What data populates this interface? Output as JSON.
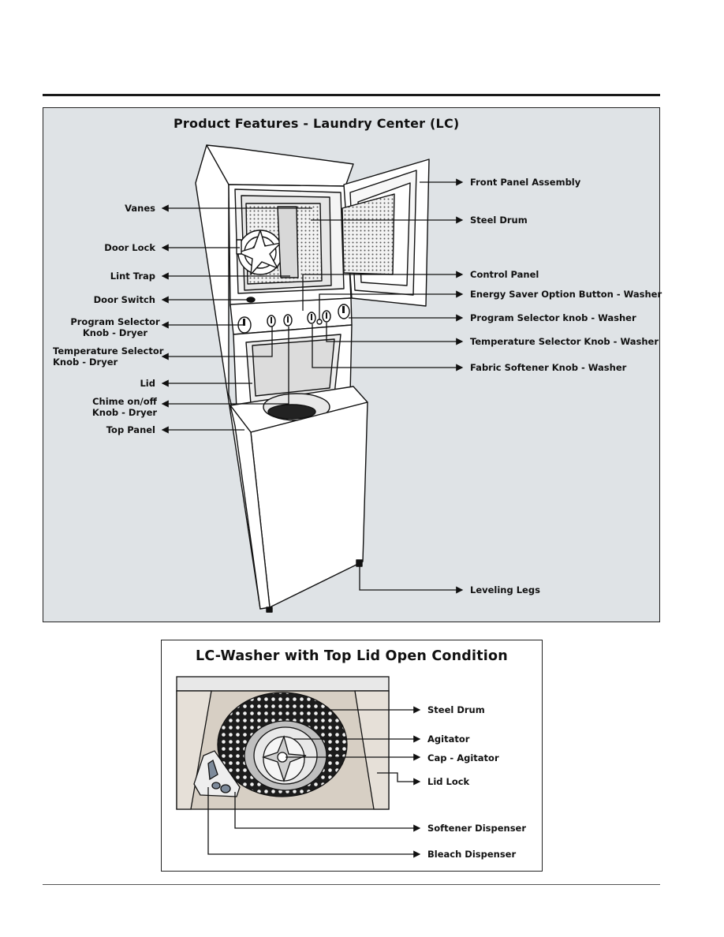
{
  "figure1": {
    "title": "Product Features - Laundry Center (LC)",
    "left_labels": {
      "vanes": "Vanes",
      "door_lock": "Door Lock",
      "lint_trap": "Lint Trap",
      "door_switch": "Door Switch",
      "program_selector_dryer_1": "Program Selector",
      "program_selector_dryer_2": "Knob - Dryer",
      "temperature_selector_dryer_1": "Temperature Selector",
      "temperature_selector_dryer_2": "Knob - Dryer",
      "lid": "Lid",
      "chime_1": "Chime on/off",
      "chime_2": "Knob - Dryer",
      "top_panel": "Top Panel"
    },
    "right_labels": {
      "front_panel_assembly": "Front Panel Assembly",
      "steel_drum": "Steel Drum",
      "control_panel": "Control Panel",
      "energy_saver": "Energy Saver Option Button - Washer",
      "program_selector_washer": "Program Selector knob - Washer",
      "temperature_selector_washer": "Temperature Selector Knob - Washer",
      "fabric_softener_washer": "Fabric Softener Knob - Washer",
      "leveling_legs": "Leveling  Legs"
    }
  },
  "figure2": {
    "title": "LC-Washer with Top Lid Open Condition",
    "labels": {
      "steel_drum": "Steel Drum",
      "agitator": "Agitator",
      "cap_agitator": "Cap - Agitator",
      "lid_lock": "Lid Lock",
      "softener_dispenser": "Softener Dispenser",
      "bleach_dispenser": "Bleach Dispenser"
    }
  }
}
